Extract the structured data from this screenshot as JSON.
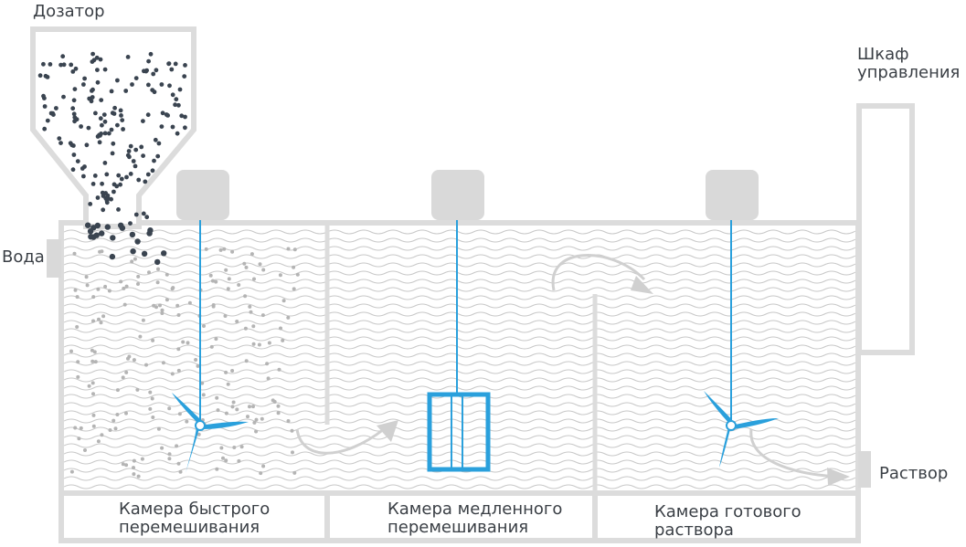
{
  "labels": {
    "dispenser": "Дозатор",
    "water": "Вода",
    "control_cabinet": [
      "Шкаф",
      "управления"
    ],
    "solution": "Раствор",
    "chamber_fast": [
      "Камера быстрого",
      "перемешивания"
    ],
    "chamber_slow": [
      "Камера медленного",
      "перемешивания"
    ],
    "chamber_ready": [
      "Камера готового",
      "раствора"
    ]
  },
  "colors": {
    "frame": "#dcdcdc",
    "wave": "#c8c8c8",
    "dark_particle": "#3a4450",
    "light_particle": "#b4b4b4",
    "mixer": "#2aa0dc",
    "motor": "#d9d9d9",
    "arrow": "#d0d0d0",
    "text": "#3a3f45"
  }
}
